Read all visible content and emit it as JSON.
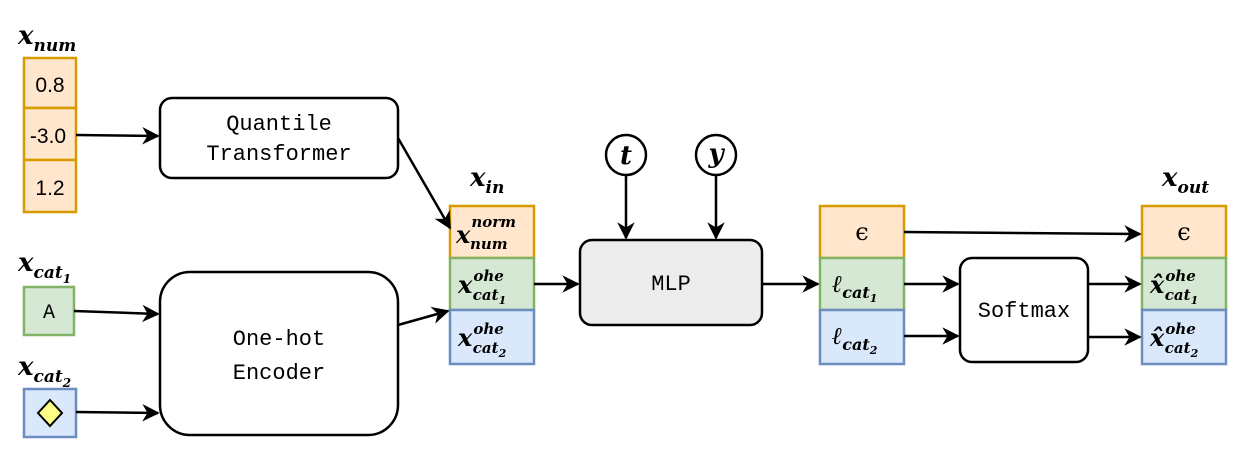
{
  "colors": {
    "orange_fill": "#ffe6cc",
    "orange_stroke": "#d79b00",
    "green_fill": "#d5e8d4",
    "green_stroke": "#82b366",
    "blue_fill": "#dae8fc",
    "blue_stroke": "#6c8ebf",
    "gray_fill": "#ececec",
    "diamond_fill": "#ffff88"
  },
  "inputs": {
    "x_num": {
      "base": "x",
      "sub": "num",
      "values": [
        "0.8",
        "-3.0",
        "1.2"
      ]
    },
    "x_cat1": {
      "base": "x",
      "sub": "cat",
      "subsub": "1",
      "value": "A"
    },
    "x_cat2": {
      "base": "x",
      "sub": "cat",
      "subsub": "2",
      "icon": "diamond-icon"
    }
  },
  "blocks": {
    "quantile_line1": "Quantile",
    "quantile_line2": "Transformer",
    "onehot_line1": "One-hot",
    "onehot_line2": "Encoder",
    "mlp": "MLP",
    "softmax": "Softmax"
  },
  "conditions": {
    "t": "t",
    "y": "y"
  },
  "x_in": {
    "base": "x",
    "sub": "in",
    "cells": [
      {
        "base": "x",
        "sup": "norm",
        "sub": "num",
        "subsub": ""
      },
      {
        "base": "x",
        "sup": "ohe",
        "sub": "cat",
        "subsub": "1"
      },
      {
        "base": "x",
        "sup": "ohe",
        "sub": "cat",
        "subsub": "2"
      }
    ]
  },
  "mlp_out": {
    "cells": [
      {
        "base": "ϵ"
      },
      {
        "base": "ℓ",
        "sub": "cat",
        "subsub": "1"
      },
      {
        "base": "ℓ",
        "sub": "cat",
        "subsub": "2"
      }
    ]
  },
  "x_out": {
    "base": "x",
    "sub": "out",
    "cells": [
      {
        "base": "ϵ"
      },
      {
        "base": "x̂",
        "sup": "ohe",
        "sub": "cat",
        "subsub": "1"
      },
      {
        "base": "x̂",
        "sup": "ohe",
        "sub": "cat",
        "subsub": "2"
      }
    ]
  }
}
